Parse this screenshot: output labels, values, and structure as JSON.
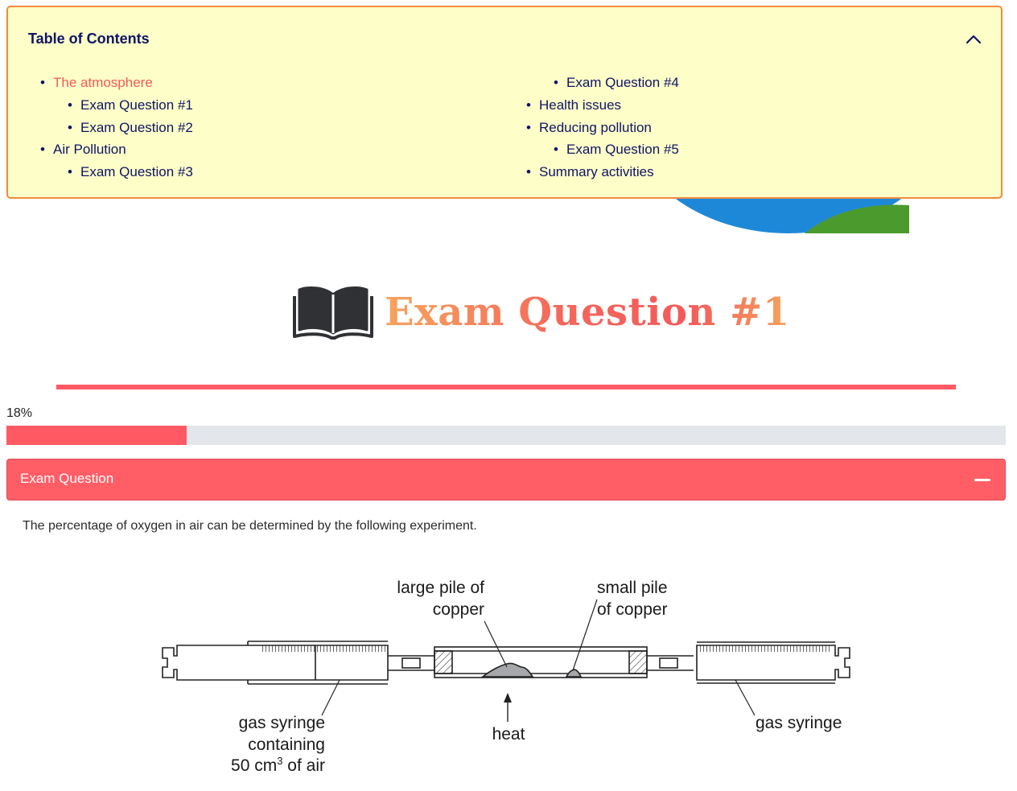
{
  "toc": {
    "title": "Table of Contents",
    "items": [
      {
        "label": "The atmosphere",
        "level": 1,
        "active": true
      },
      {
        "label": "Exam Question #1",
        "level": 2
      },
      {
        "label": "Exam Question #2",
        "level": 2
      },
      {
        "label": "Air Pollution",
        "level": 1
      },
      {
        "label": "Exam Question #3",
        "level": 2
      },
      {
        "label": "Exam Question #4",
        "level": 2
      },
      {
        "label": "Health issues",
        "level": 1
      },
      {
        "label": "Reducing pollution",
        "level": 1
      },
      {
        "label": "Exam Question #5",
        "level": 2
      },
      {
        "label": "Summary activities",
        "level": 1
      }
    ]
  },
  "section": {
    "title": "Exam Question #1",
    "icon": "open-book-icon"
  },
  "progress": {
    "label": "18%",
    "value": 18
  },
  "accordion": {
    "title": "Exam Question",
    "expanded": true
  },
  "question": {
    "text": "The percentage of oxygen in air can be determined by the following experiment."
  },
  "diagram": {
    "label_large_pile_1": "large pile of",
    "label_large_pile_2": "copper",
    "label_small_pile_1": "small pile",
    "label_small_pile_2": "of copper",
    "label_heat": "heat",
    "label_left_syringe_1": "gas syringe",
    "label_left_syringe_2": "containing",
    "label_left_syringe_3a": "50 cm",
    "label_left_syringe_3sup": "3",
    "label_left_syringe_3b": " of air",
    "label_right_syringe": "gas syringe"
  },
  "colors": {
    "accent": "#ff5e67",
    "toc_bg": "#fefec8",
    "toc_border": "#f28a3c",
    "toc_text": "#0e1466",
    "toc_active": "#f25a5a"
  }
}
